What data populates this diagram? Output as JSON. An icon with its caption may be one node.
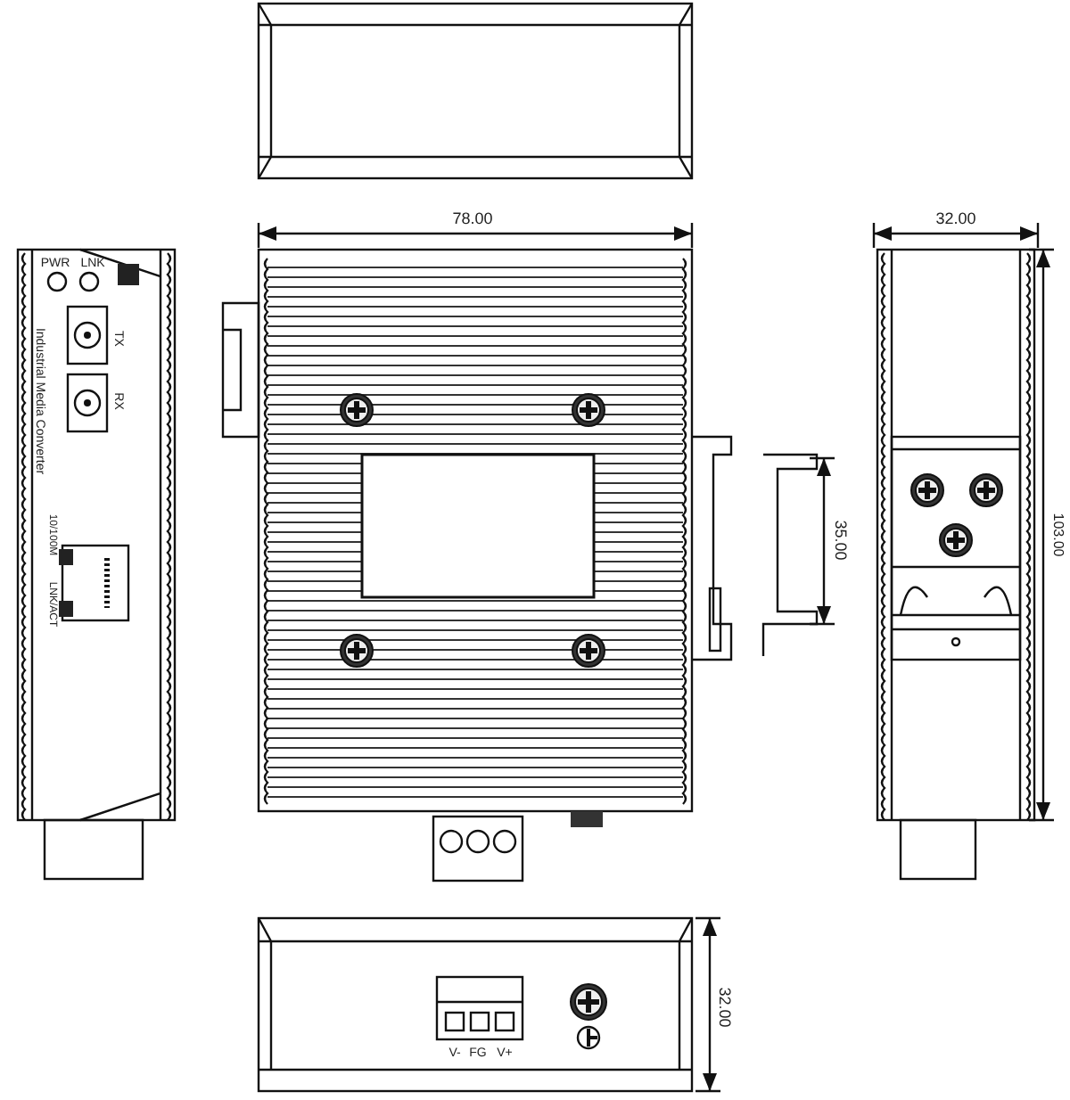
{
  "diagram": {
    "labels": [
      "78.00",
      "32.00",
      "PWR",
      "LNK",
      "Industrial Media Converter",
      "TX",
      "RX",
      "10/100M",
      "LNK/ACT",
      "35.00",
      "103.00",
      "V-",
      "FG",
      "V+",
      "32.00"
    ]
  }
}
